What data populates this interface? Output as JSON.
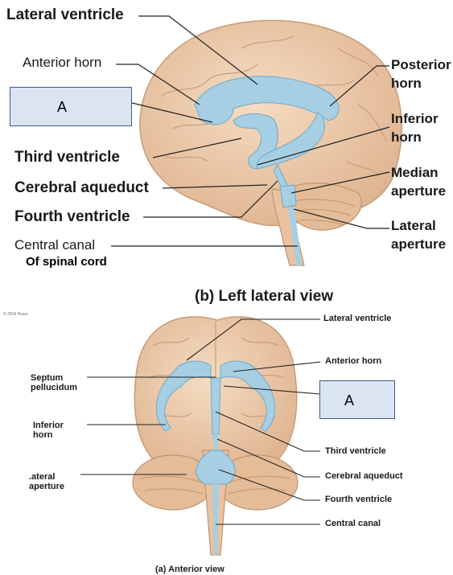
{
  "lateral_view": {
    "labels": {
      "lateral_ventricle": "Lateral ventricle",
      "anterior_horn": "Anterior horn",
      "third_ventricle": "Third ventricle",
      "cerebral_aqueduct": "Cerebral aqueduct",
      "fourth_ventricle": "Fourth ventricle",
      "central_canal": "Central canal",
      "of_spinal_cord": "Of spinal cord",
      "posterior_horn": [
        "Posterior",
        "horn"
      ],
      "inferior_horn": [
        "Inferior",
        "horn"
      ],
      "median_aperture": [
        "Median",
        "aperture"
      ],
      "lateral_aperture": [
        "Lateral",
        "aperture"
      ]
    },
    "answer_box": "A",
    "caption": "(b) Left lateral view"
  },
  "anterior_view": {
    "copyright": "© 2014 Pears",
    "labels": {
      "lateral_ventricle": "Lateral ventricle",
      "anterior_horn": "Anterior horn",
      "septum_pellucidum": [
        "Septum",
        "pellucidum"
      ],
      "inferior_horn": [
        "Inferior",
        "horn"
      ],
      "lateral_aperture": [
        ".ateral",
        "аperture"
      ],
      "third_ventricle": "Third ventricle",
      "cerebral_aqueduct": "Cerebral aqueduct",
      "fourth_ventricle": "Fourth ventricle",
      "central_canal": "Central canal"
    },
    "answer_box": "A",
    "caption": "(a) Anterior view"
  },
  "colors": {
    "brain": "#ecc8a8",
    "ventricle": "#a7cfe3",
    "box_fill": "#dbe5f1",
    "box_border": "#385d8a"
  }
}
